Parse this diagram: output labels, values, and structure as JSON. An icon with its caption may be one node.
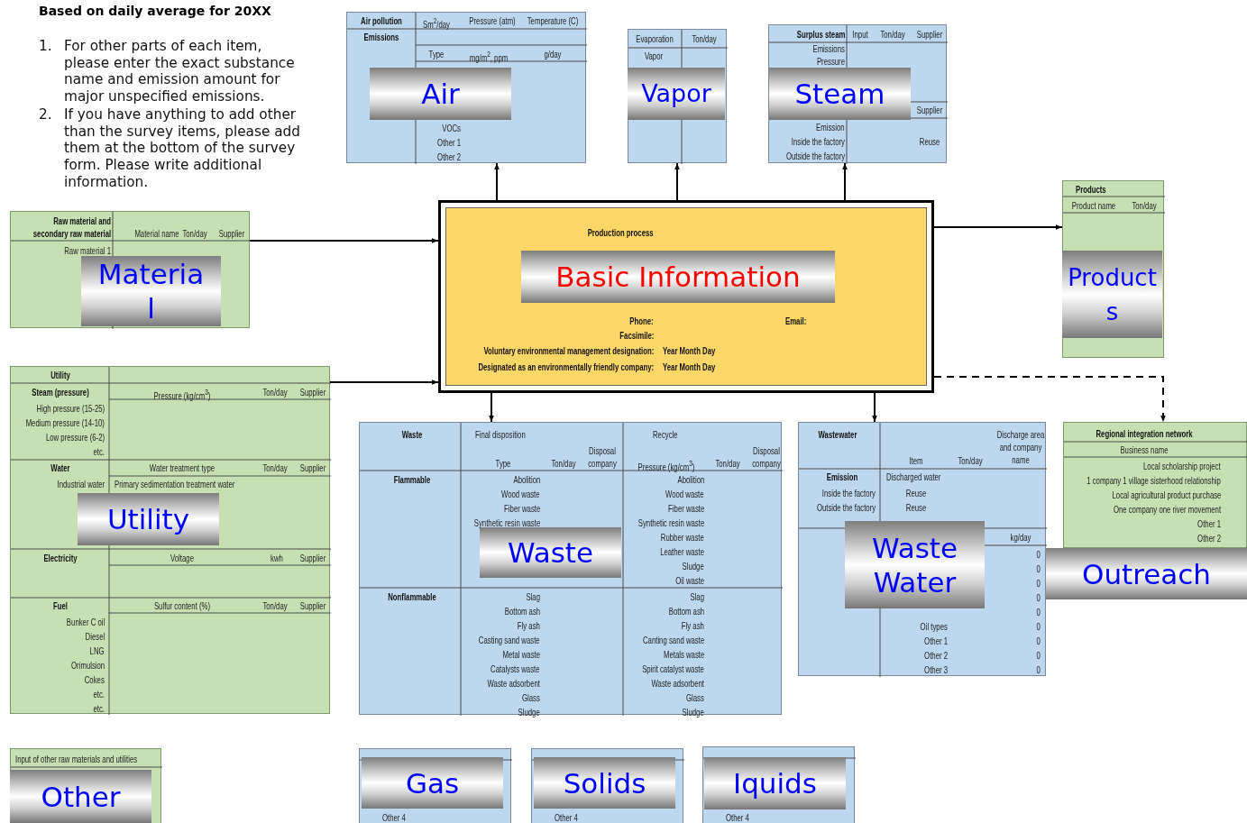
{
  "diagram": {
    "title": "Based on daily average for 20XX",
    "nodes": [
      {
        "text": [
          "Air pollution",
          "Sm$^{2}$/day",
          "Pressure (atm)",
          "Temperature (C)",
          "Emissions",
          "Type",
          "mg/m$^{2}$, ppm",
          "g/day",
          "VOCs",
          "Other 1",
          "Other 2"
        ]
      },
      {
        "text": [
          "Air"
        ],
        "in": 0
      },
      {
        "text": [
          "Evaporation",
          "Ton/day",
          "Vapor"
        ]
      },
      {
        "text": [
          "Vapor"
        ],
        "in": 2
      },
      {
        "text": [
          "Surplus steam",
          "Input",
          "Ton/day",
          "Supplier",
          "Emissions",
          "Pressure",
          "Supplier",
          "Emission",
          "Inside the factory",
          "Outside the factory",
          "Reuse"
        ]
      },
      {
        "text": [
          "Steam"
        ],
        "in": 4
      },
      {
        "text": [
          "Raw material and secondary raw material",
          "Material name",
          "Ton/day",
          "Supplier",
          "Raw material 1"
        ]
      },
      {
        "text": [
          "Materia l"
        ],
        "in": 6
      },
      {
        "text": [
          "Production process",
          "Phone:",
          "Email:",
          "Facsimile:",
          "Voluntary environmental management designation:",
          "Year Month Day",
          "Designated as an environmentally friendly company:",
          "Year Month Day"
        ]
      },
      {
        "text": [
          "Basic Information"
        ],
        "in": 8
      },
      {
        "text": [
          "Products",
          "Product name",
          "Ton/day"
        ]
      },
      {
        "text": [
          "Product s"
        ],
        "in": 10
      },
      {
        "text": [
          "Utility",
          "Steam (pressure)",
          "Pressure (kg/cm$^{3}$)",
          "Ton/day",
          "Supplier",
          "High pressure (15-25)",
          "Medium pressure (14-10)",
          "Low pressure (6-2)",
          "etc.",
          "Water",
          "Water treatment type",
          "Ton/day",
          "Supplier",
          "Industrial water",
          "Primary sedimentation treatment water",
          "Electricity",
          "Voltage",
          "kwh",
          "Supplier",
          "Fuel",
          "Sulfur content (%)",
          "Ton/day",
          "Supplier",
          "Bunker C oil",
          "Diesel",
          "LNG",
          "Orimulsion",
          "Cokes",
          "etc.",
          "etc."
        ]
      },
      {
        "text": [
          "Utility"
        ],
        "in": 12
      },
      {
        "text": [
          "Waste",
          "Final disposition",
          "Recycle",
          "Type",
          "Ton/day",
          "Disposal company",
          "Pressure (kg/cm$^{3}$)",
          "Ton/day",
          "Disposal company",
          "Flammable",
          "Abolition",
          "Wood waste",
          "Fiber waste",
          "Synthetic resin waste",
          "Abolition",
          "Wood waste",
          "Fiber waste",
          "Synthetic resin waste",
          "Rubber waste",
          "Leather waste",
          "Sludge",
          "Oil waste",
          "Nonflammable",
          "Slag",
          "Bottom ash",
          "Fly ash",
          "Casting sand waste",
          "Metal waste",
          "Catalysts waste",
          "Waste adsorbent",
          "Glass",
          "Sludge",
          "Slag",
          "Bottom ash",
          "Fly ash",
          "Canting sand waste",
          "Metals waste",
          "Spirit catalyst waste",
          "Waste adsorbent",
          "Glass",
          "Sludge"
        ]
      },
      {
        "text": [
          "Waste"
        ],
        "in": 14
      },
      {
        "text": [
          "Wastewater",
          "Item",
          "Ton/day",
          "Discharge area and company name",
          "Emission",
          "Inside the factory",
          "Outside the factory",
          "Discharged water",
          "Reuse",
          "Reuse",
          "kg/day",
          "0",
          "0",
          "0",
          "0",
          "0",
          "0",
          "0",
          "0",
          "0",
          "Oil types",
          "Other 1",
          "Other 2",
          "Other 3"
        ]
      },
      {
        "text": [
          "Waste Water"
        ],
        "in": 16
      },
      {
        "text": [
          "Regional integration network",
          "Business name",
          "Local scholarship project",
          "1 company 1 village sisterhood relationship",
          "Local agricultural product purchase",
          "One company one river movement",
          "Other 1",
          "Other 2"
        ]
      },
      {
        "text": [
          "Outreach"
        ]
      },
      {
        "text": [
          "Input of other raw materials and utilities"
        ]
      },
      {
        "text": [
          "Other"
        ],
        "in": 20
      },
      {
        "text": [
          "Other 4"
        ]
      },
      {
        "text": [
          "Gas"
        ],
        "in": 22
      },
      {
        "text": [
          "Other 4"
        ]
      },
      {
        "text": [
          "Solids"
        ],
        "in": 24
      },
      {
        "text": [
          "Other 4"
        ]
      },
      {
        "text": [
          "Iquids"
        ],
        "in": 26
      }
    ],
    "edges": [
      {
        "from": 8,
        "to": 0,
        "arrow": "to"
      },
      {
        "from": 8,
        "to": 2,
        "arrow": "to"
      },
      {
        "from": 8,
        "to": 4,
        "arrow": "to"
      },
      {
        "from": 6,
        "to": 8,
        "arrow": "to"
      },
      {
        "from": 12,
        "to": 8,
        "arrow": "to"
      },
      {
        "from": 8,
        "to": 10,
        "arrow": "to"
      },
      {
        "from": 8,
        "to": 14,
        "arrow": "to"
      },
      {
        "from": 8,
        "to": 16,
        "arrow": "to"
      },
      {
        "from": 8,
        "to": 18,
        "arrow": "to",
        "style": "dashed"
      }
    ],
    "labels": [
      "1.",
      "For other parts of each item, please enter the exact substance name and emission amount for major unspecified emissions.",
      "2.",
      "If you have anything to add other than the survey items, please add them at the bottom of the survey form. Please write additional information."
    ]
  }
}
